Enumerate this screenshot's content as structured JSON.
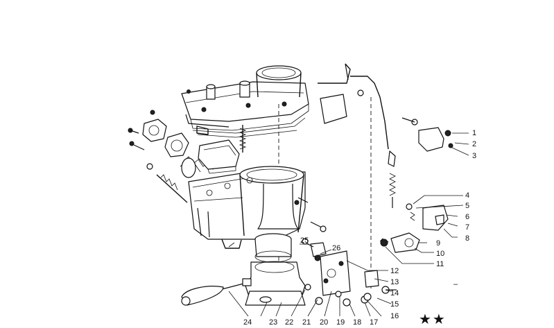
{
  "diagram": {
    "callouts": [
      {
        "id": "c1",
        "text": "1"
      },
      {
        "id": "c2",
        "text": "2"
      },
      {
        "id": "c3",
        "text": "3"
      },
      {
        "id": "c4",
        "text": "4"
      },
      {
        "id": "c5",
        "text": "5"
      },
      {
        "id": "c6",
        "text": "6"
      },
      {
        "id": "c7",
        "text": "7"
      },
      {
        "id": "c8",
        "text": "8"
      },
      {
        "id": "c9",
        "text": "9"
      },
      {
        "id": "c10",
        "text": "10"
      },
      {
        "id": "c11",
        "text": "11"
      },
      {
        "id": "c12",
        "text": "12"
      },
      {
        "id": "c13",
        "text": "13"
      },
      {
        "id": "c14",
        "text": "14"
      },
      {
        "id": "c15",
        "text": "15"
      },
      {
        "id": "c16",
        "text": "16"
      },
      {
        "id": "c17",
        "text": "17"
      },
      {
        "id": "c18",
        "text": "18"
      },
      {
        "id": "c19",
        "text": "19"
      },
      {
        "id": "c20",
        "text": "20"
      },
      {
        "id": "c21",
        "text": "21"
      },
      {
        "id": "c22",
        "text": "22"
      },
      {
        "id": "c23",
        "text": "23"
      },
      {
        "id": "c24",
        "text": "24"
      },
      {
        "id": "c25",
        "text": "25"
      },
      {
        "id": "c26",
        "text": "26"
      }
    ],
    "footer_mark": "★★",
    "colors": {
      "line": "#111111",
      "background": "#ffffff"
    }
  }
}
